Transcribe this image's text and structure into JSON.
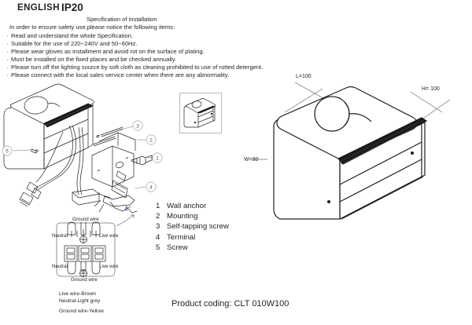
{
  "header": {
    "language": "ENGLISH",
    "ip_rating": "IP20",
    "spec_title": "Specification of installation",
    "intro": "In order to ensure safety use,please notice the following items:",
    "bullets": [
      "Read and understand the whole Specification.",
      "Suitable for the use of 220~240V and 50~60Hz.",
      "Please wear gloves as installment and avoid rot on the surface of plating.",
      "Must be installed on the fixed places and be checked annually.",
      "Please turn off the lighting source by soft cloth as cleaning prohibited to use of rotted detergent.",
      "Please connect with the local sales service center when there are any abnormality."
    ]
  },
  "legend": {
    "items": [
      {
        "number": "1",
        "label": "Wall anchor"
      },
      {
        "number": "2",
        "label": "Mounting"
      },
      {
        "number": "3",
        "label": "Self-tapping screw"
      },
      {
        "number": "4",
        "label": "Terminal"
      },
      {
        "number": "5",
        "label": "Screw"
      }
    ]
  },
  "exploded_view": {
    "callouts": [
      "1",
      "2",
      "3",
      "4",
      "5"
    ]
  },
  "terminal_block": {
    "ground_top": "Ground wire",
    "ground_bottom": "Ground wire",
    "neutral_top": "Neutral",
    "live_top": "Live wire",
    "neutral_bottom": "Neutral",
    "live_bottom": "Live wire",
    "callout": "4"
  },
  "wire_legend": {
    "lines": [
      "Live wire-Brown",
      "Neutral-Light grey",
      "Ground wire-Yellow"
    ]
  },
  "dimensions": {
    "length": "L=100",
    "height": "H= 100",
    "width": "W=80"
  },
  "product_coding": "Product coding: CLT 010W100",
  "colors": {
    "ink": "#231f20",
    "gray": "#6f6f76",
    "louver": "#1a1a1a"
  }
}
